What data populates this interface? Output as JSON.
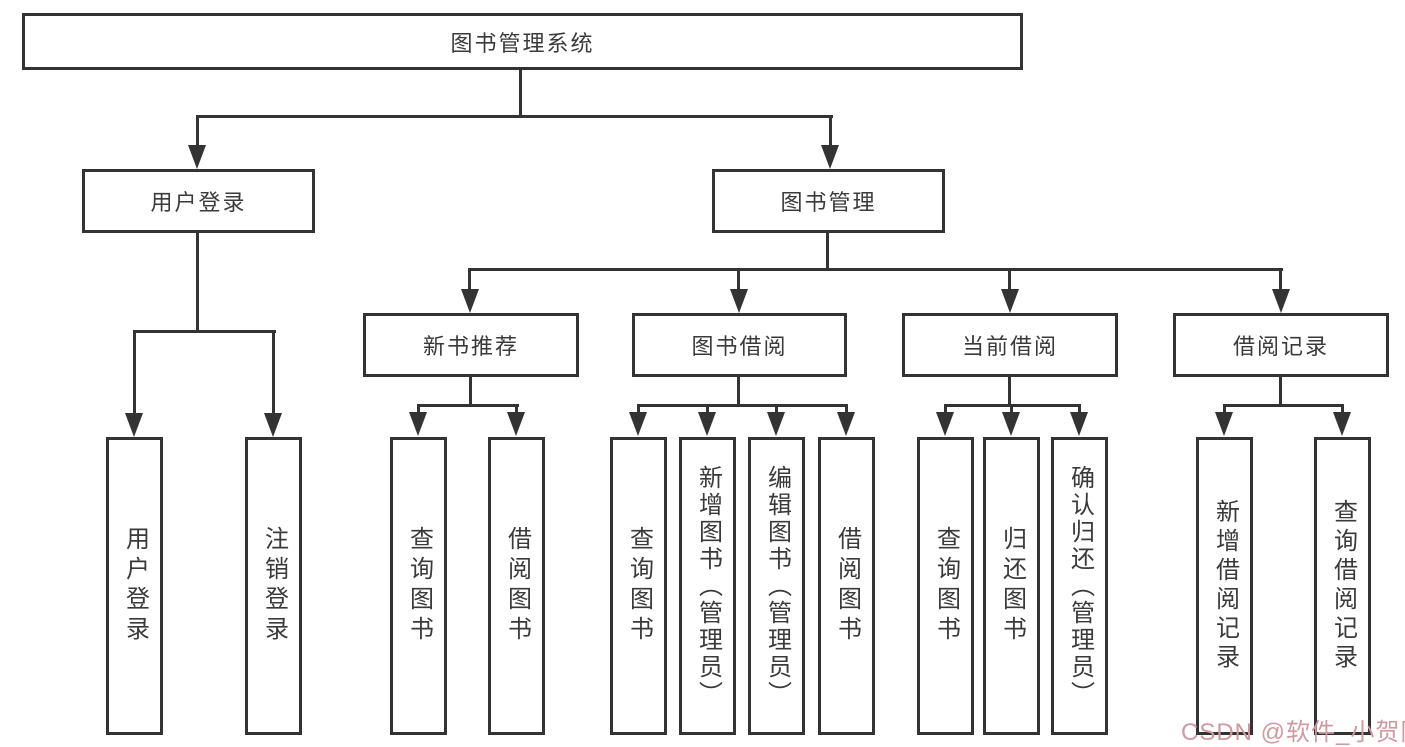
{
  "diagram": {
    "title": "图书管理系统",
    "branches": [
      {
        "label": "用户登录",
        "children": [
          {
            "label": "用户登录"
          },
          {
            "label": "注销登录"
          }
        ]
      },
      {
        "label": "图书管理",
        "children": [
          {
            "label": "新书推荐",
            "children": [
              {
                "label": "查询图书"
              },
              {
                "label": "借阅图书"
              }
            ]
          },
          {
            "label": "图书借阅",
            "children": [
              {
                "label": "查询图书"
              },
              {
                "label": "新增图书（管理员）"
              },
              {
                "label": "编辑图书（管理员）"
              },
              {
                "label": "借阅图书"
              }
            ]
          },
          {
            "label": "当前借阅",
            "children": [
              {
                "label": "查询图书"
              },
              {
                "label": "归还图书"
              },
              {
                "label": "确认归还（管理员）"
              }
            ]
          },
          {
            "label": "借阅记录",
            "children": [
              {
                "label": "新增借阅记录"
              },
              {
                "label": "查询借阅记录"
              }
            ]
          }
        ]
      }
    ]
  },
  "watermark": {
    "text": "CSDN @软件_小贺同学",
    "color": "#cf99a1"
  },
  "colors": {
    "line": "#333333",
    "text": "#3a3a3a",
    "background": "#ffffff"
  }
}
